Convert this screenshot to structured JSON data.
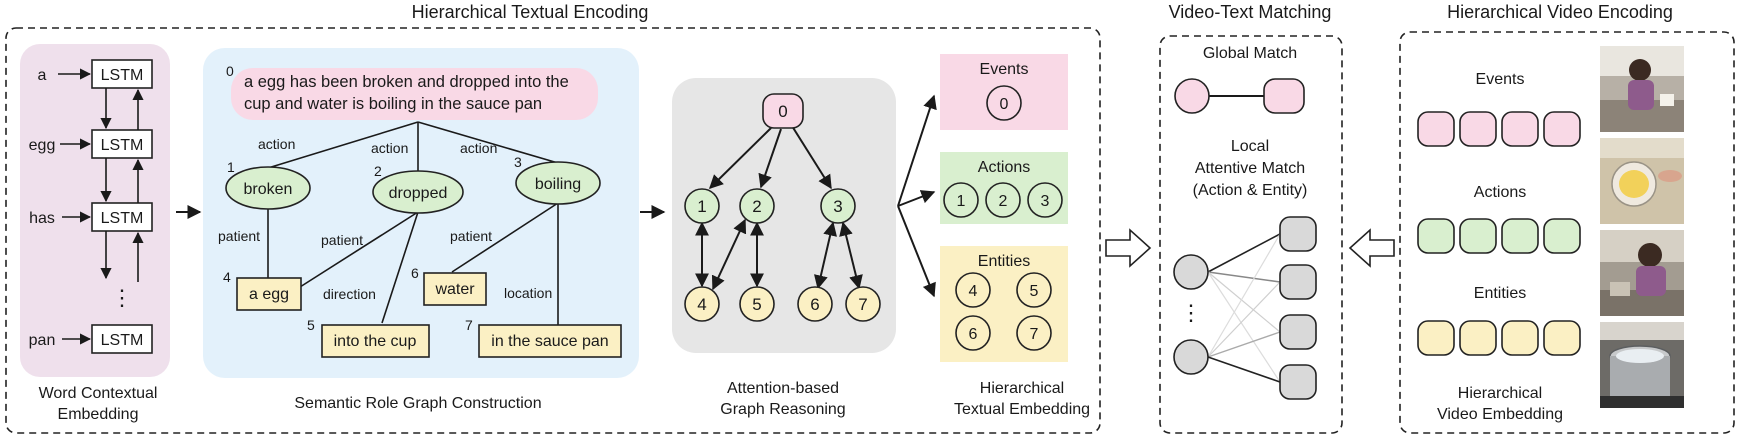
{
  "sections": {
    "textual": "Hierarchical Textual Encoding",
    "matching": "Video-Text Matching",
    "video": "Hierarchical Video Encoding"
  },
  "word_embedding": {
    "words": [
      "a",
      "egg",
      "has",
      "pan"
    ],
    "cell": "LSTM",
    "ellipsis": "⋮",
    "caption": [
      "Word Contextual",
      "Embedding"
    ]
  },
  "srg": {
    "root_index": "0",
    "sentence": [
      "a egg has been broken and dropped into the",
      "cup and water is boiling in the sauce pan"
    ],
    "verbs": [
      {
        "index": "1",
        "label": "broken"
      },
      {
        "index": "2",
        "label": "dropped"
      },
      {
        "index": "3",
        "label": "boiling"
      }
    ],
    "entities": [
      {
        "index": "4",
        "label": "a egg"
      },
      {
        "index": "5",
        "label": "into the cup"
      },
      {
        "index": "6",
        "label": "water"
      },
      {
        "index": "7",
        "label": "in the sauce pan"
      }
    ],
    "edge_labels": {
      "action": "action",
      "patient": "patient",
      "direction": "direction",
      "location": "location"
    },
    "caption": "Semantic Role Graph Construction"
  },
  "graph": {
    "nodes": [
      "0",
      "1",
      "2",
      "3",
      "4",
      "5",
      "6",
      "7"
    ],
    "caption": [
      "Attention-based",
      "Graph Reasoning"
    ]
  },
  "embedding": {
    "events_label": "Events",
    "actions_label": "Actions",
    "entities_label": "Entities",
    "events": [
      "0"
    ],
    "actions": [
      "1",
      "2",
      "3"
    ],
    "entities": [
      "4",
      "5",
      "6",
      "7"
    ],
    "caption": [
      "Hierarchical",
      "Textual Embedding"
    ]
  },
  "matching": {
    "global": "Global Match",
    "local": [
      "Local",
      "Attentive Match",
      "(Action & Entity)"
    ],
    "ellipsis": "⋮"
  },
  "video": {
    "events_label": "Events",
    "actions_label": "Actions",
    "entities_label": "Entities",
    "caption": [
      "Hierarchical",
      "Video Embedding"
    ]
  },
  "colors": {
    "event": "#f9d9e6",
    "action": "#d9efcf",
    "entity": "#fbf0c4",
    "word_panel": "#efe0ec",
    "srg_panel": "#e3f1fb",
    "graph_panel": "#e6e6e6",
    "gray_node": "#d9d9d9"
  }
}
